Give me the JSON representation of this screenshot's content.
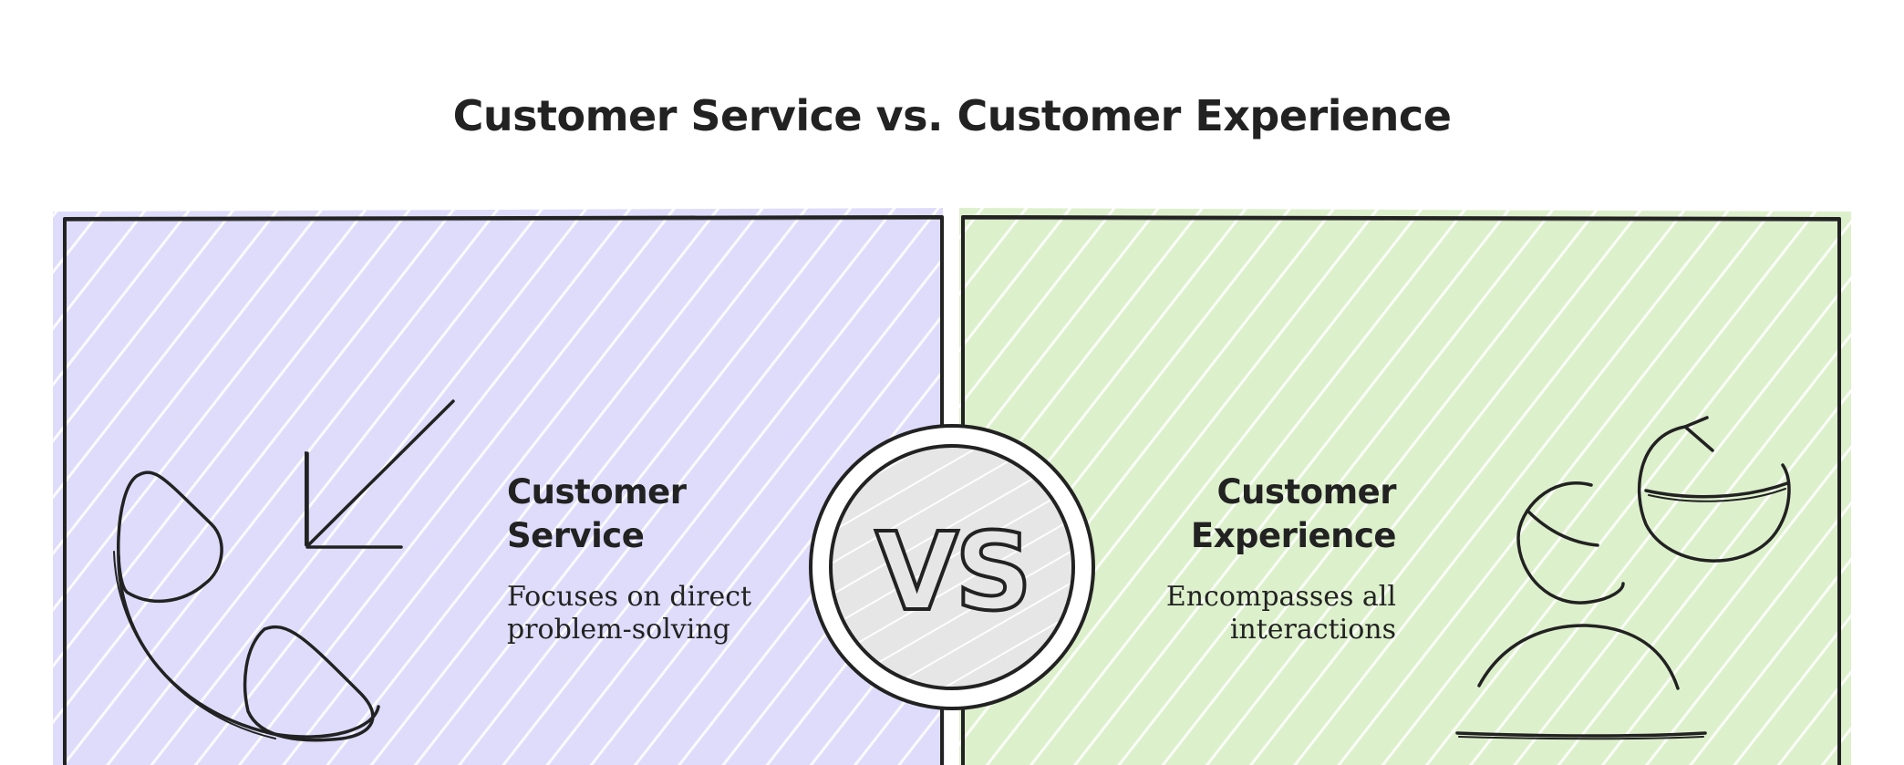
{
  "title": "Customer Service vs. Customer Experience",
  "colors": {
    "left_panel": "#dedcfa",
    "right_panel": "#ddf0cc",
    "vs_circle": "#e6e6e6",
    "ink": "#222222"
  },
  "left": {
    "heading_lines": [
      "Customer",
      "Service"
    ],
    "description_lines": [
      "Focuses on direct",
      "problem-solving"
    ],
    "icon": "phone-handset-arrow-icon"
  },
  "right": {
    "heading_lines": [
      "Customer",
      "Experience"
    ],
    "description_lines": [
      "Encompasses all",
      "interactions"
    ],
    "icon": "people-refresh-icon"
  },
  "vs_label": "VS"
}
